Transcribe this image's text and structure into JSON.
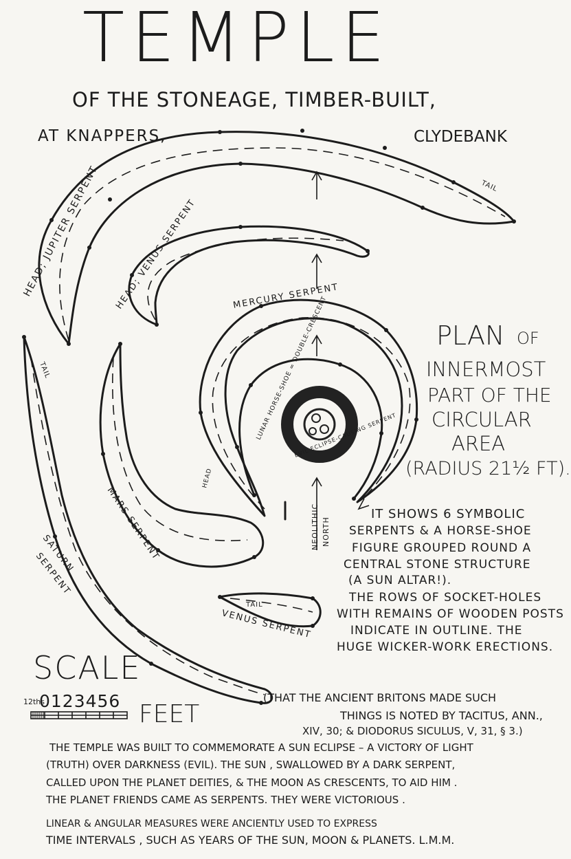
{
  "title": "TEMPLE",
  "subtitle": "OF THE STONEAGE, TIMBER-BUILT,",
  "location": {
    "left": "AT  KNAPPERS,",
    "right": "CLYDEBANK"
  },
  "labels": {
    "jupiter": "HEAD; JUPITER  SERPENT",
    "tail_top": "TAIL",
    "venus_head": "HEAD; VENUS  SERPENT",
    "mercury": "MERCURY  SERPENT",
    "lunar": "LUNAR HORSE-SHOE = DOUBLE-CRESCENT",
    "evil": "EVIL ECLIPSE-CAUSING SERPENT",
    "tail_left": "TAIL",
    "mars": "MARS  SERPENT",
    "head_small": "HEAD",
    "neolithic": "NEOLITHIC",
    "north": "NORTH",
    "saturn_1": "SATURN",
    "saturn_2": "SERPENT",
    "venus_tail": "TAIL",
    "venus_serpent": "VENUS   SERPENT"
  },
  "plan_heading": [
    "PLAN",
    "OF",
    "INNERMOST",
    "PART OF THE",
    "CIRCULAR",
    "AREA",
    "(RADIUS 21½ FT)."
  ],
  "description": [
    "IT  SHOWS  6  SYMBOLIC",
    "SERPENTS  &  A HORSE-SHOE",
    "FIGURE  GROUPED  ROUND  A",
    "CENTRAL   STONE  STRUCTURE",
    "(A  SUN  ALTAR!).",
    "THE ROWS OF SOCKET-HOLES",
    "WITH  REMAINS OF WOODEN POSTS",
    "INDICATE  IN  OUTLINE.  THE",
    "HUGE  WICKER-WORK  ERECTIONS."
  ],
  "scale": {
    "heading": "SCALE",
    "inches_label": "12ths",
    "numbers": "0123456",
    "unit": "FEET"
  },
  "citation": [
    "(THAT  THE  ANCIENT  BRITONS  MADE  SUCH",
    "THINGS  IS  NOTED  BY  TACITUS,  ANN.,",
    "XIV, 30; & DIODORUS  SICULUS,  V,  31,  § 3.)"
  ],
  "footer": [
    "THE  TEMPLE  WAS  BUILT  TO  COMMEMORATE   A  SUN  ECLIPSE  –  A  VICTORY  OF  LIGHT",
    "(TRUTH) OVER  DARKNESS  (EVIL).      THE  SUN ,  SWALLOWED  BY  A  DARK   SERPENT,",
    "CALLED    UPON  THE  PLANET  DEITIES, & THE MOON  AS  CRESCENTS,  TO  AID  HIM .",
    "THE PLANET  FRIENDS  CAME  AS  SERPENTS.        THEY  WERE   VICTORIOUS ."
  ],
  "footer2": [
    "LINEAR & ANGULAR  MEASURES   WERE   ANCIENTLY        USED    TO  EXPRESS",
    "TIME  INTERVALS ,  SUCH   AS  YEARS  OF  THE  SUN, MOON &  PLANETS.  L.M.M."
  ]
}
